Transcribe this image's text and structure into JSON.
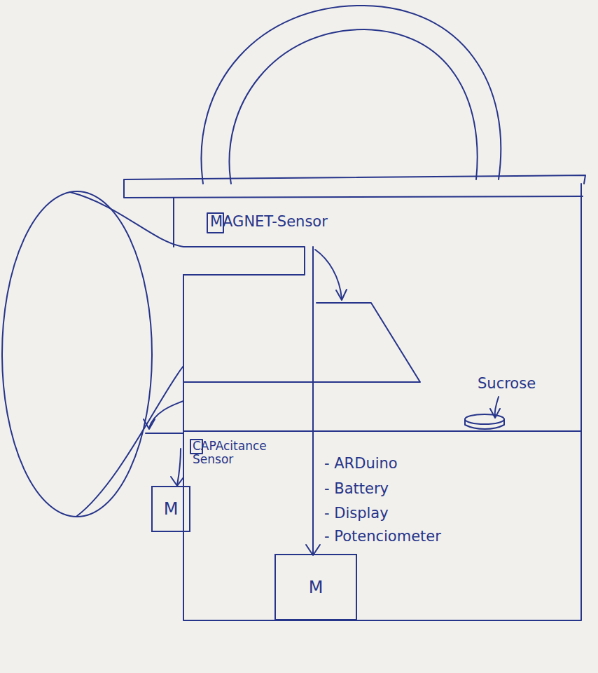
{
  "diagram": {
    "nodes": [
      {
        "text": [
          "M"
        ]
      },
      {
        "text": [
          "M"
        ]
      }
    ],
    "labels": [
      "MAGNET-Sensor",
      "CAPAcitance Sensor",
      "Sucrose",
      "- ARDuino",
      "- Battery",
      "- Display",
      "- Potenciometer"
    ]
  }
}
